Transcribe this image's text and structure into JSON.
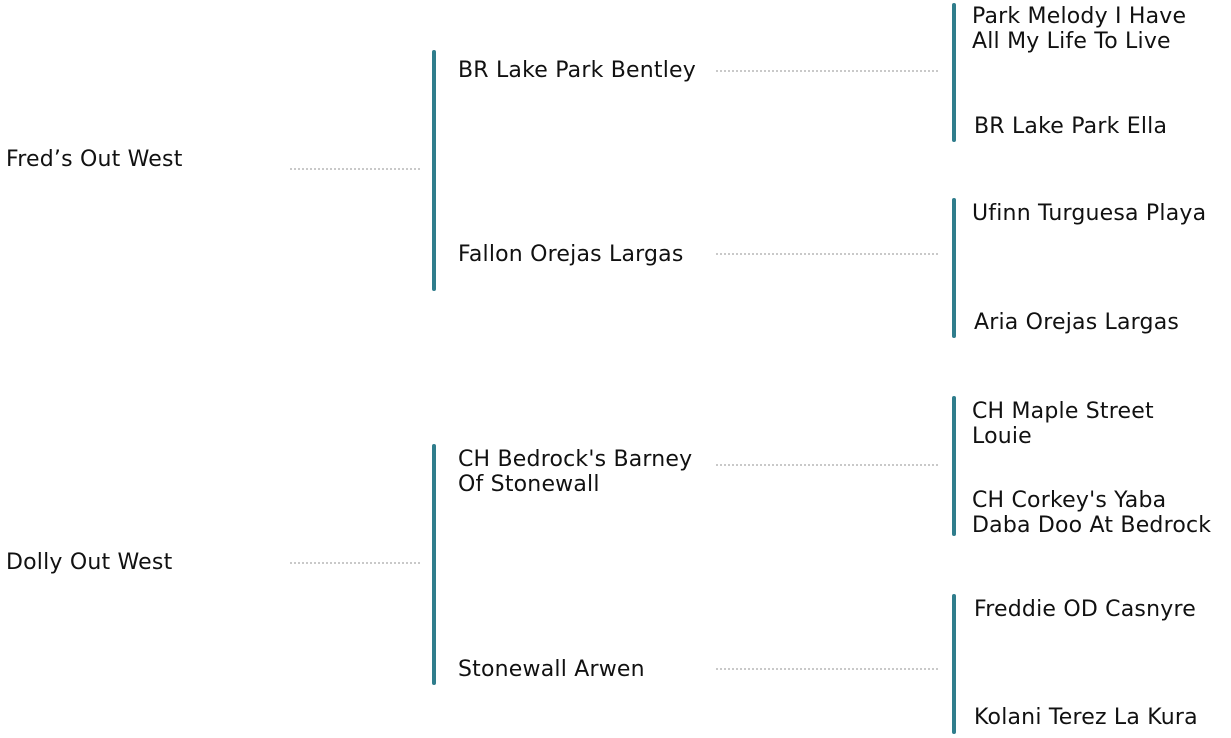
{
  "pedigree": {
    "generation1": [
      "Fred’s Out West",
      "Dolly Out West"
    ],
    "generation2": [
      "BR Lake Park Bentley",
      "Fallon Orejas Largas",
      "CH Bedrock's Barney Of Stonewall",
      "Stonewall Arwen"
    ],
    "generation3": [
      "Park Melody I Have All My Life To Live",
      "BR Lake Park Ella",
      "Ufinn Turguesa Playa",
      "Aria Orejas Largas",
      "CH Maple Street Louie",
      "CH Corkey's Yaba Daba Doo At Bedrock",
      "Freddie OD Casnyre",
      "Kolani Terez La Kura"
    ]
  },
  "colors": {
    "bracket": "#2f7d8c",
    "connector": "#c9c9c9",
    "text": "#111111"
  }
}
